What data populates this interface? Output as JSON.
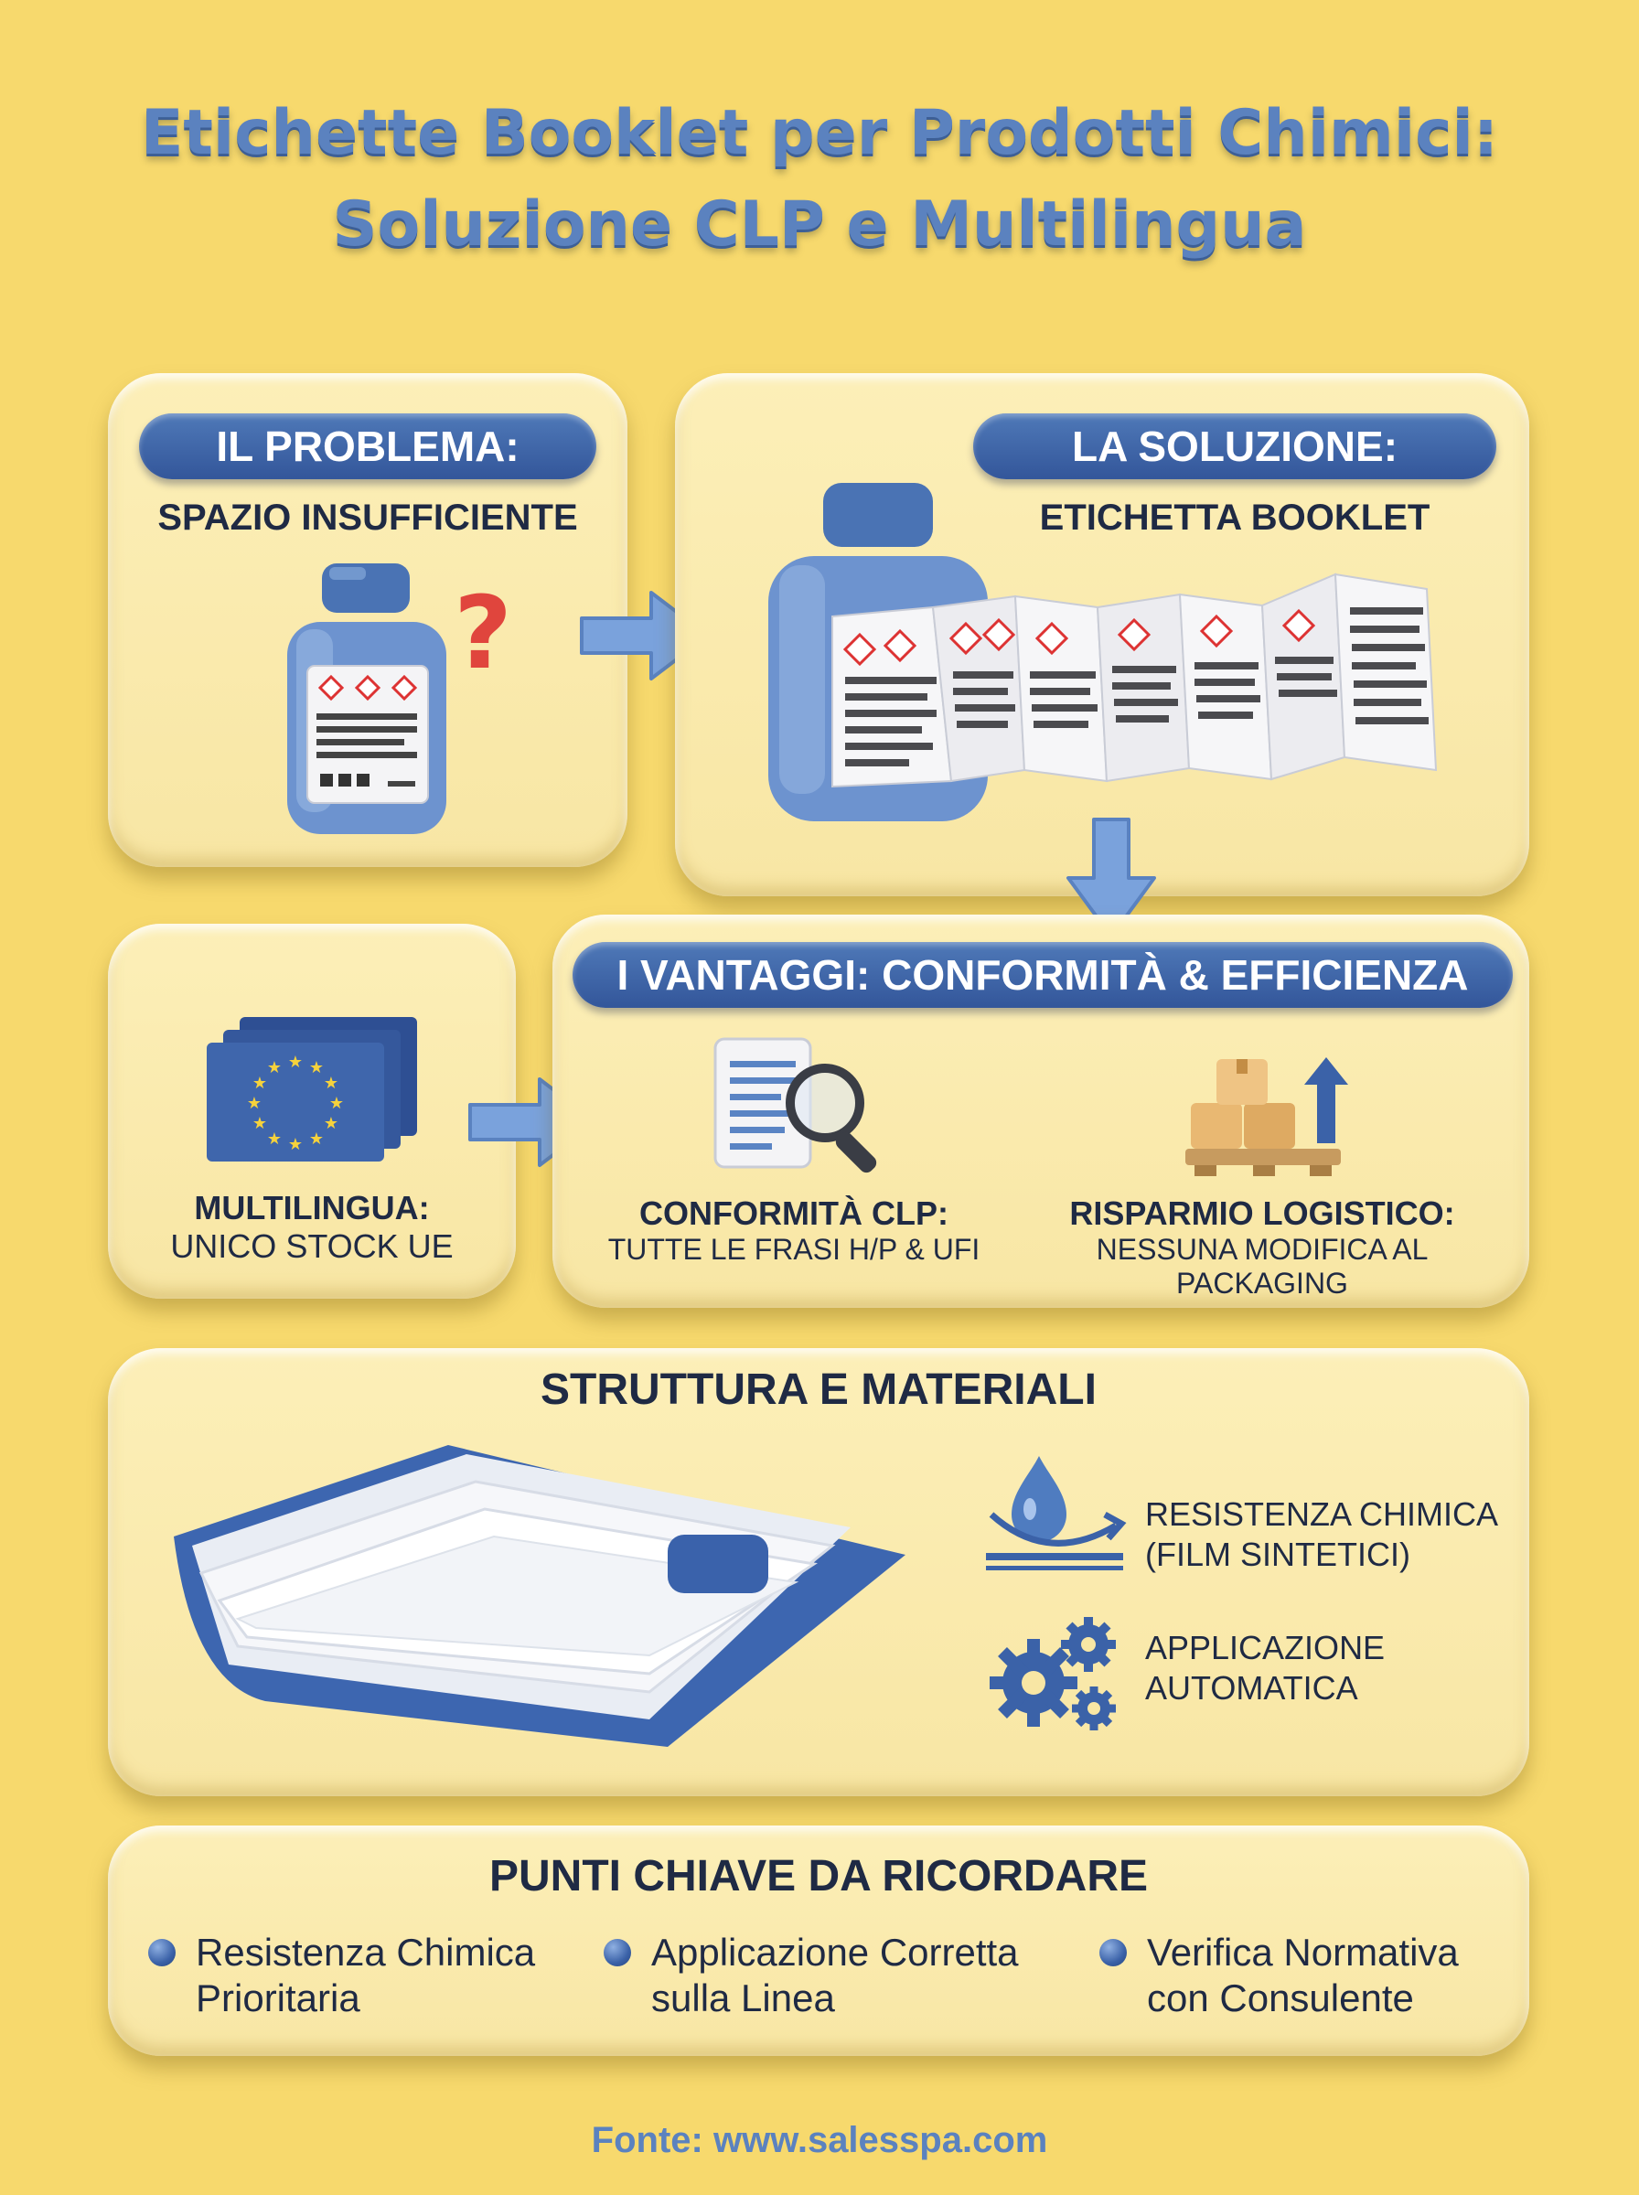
{
  "title": {
    "line1": "Etichette Booklet per Prodotti Chimici:",
    "line2": "Soluzione CLP e Multilingua"
  },
  "problem": {
    "badge": "IL PROBLEMA:",
    "subtitle": "SPAZIO INSUFFICIENTE"
  },
  "solution": {
    "badge": "LA SOLUZIONE:",
    "subtitle": "ETICHETTA BOOKLET"
  },
  "multilingual": {
    "heading": "MULTILINGUA:",
    "text": "UNICO STOCK UE"
  },
  "advantages": {
    "badge": "I VANTAGGI: CONFORMITÀ & EFFICIENZA",
    "items": [
      {
        "heading": "CONFORMITÀ CLP:",
        "text": "TUTTE LE FRASI H/P & UFI",
        "icon": "document-search-icon"
      },
      {
        "heading": "RISPARMIO LOGISTICO:",
        "text": "NESSUNA MODIFICA AL PACKAGING",
        "icon": "boxes-pallet-icon"
      }
    ]
  },
  "materials": {
    "title": "STRUTTURA E MATERIALI",
    "items": [
      {
        "line1": "RESISTENZA CHIMICA",
        "line2": "(FILM SINTETICI)",
        "icon": "droplet-shield-icon"
      },
      {
        "line1": "APPLICAZIONE",
        "line2": "AUTOMATICA",
        "icon": "gears-icon"
      }
    ]
  },
  "key_points": {
    "title": "PUNTI CHIAVE DA RICORDARE",
    "items": [
      {
        "line1": "Resistenza Chimica",
        "line2": "Prioritaria"
      },
      {
        "line1": "Applicazione Corretta",
        "line2": "sulla Linea"
      },
      {
        "line1": "Verifica Normativa",
        "line2": "con Consulente"
      }
    ]
  },
  "source": "Fonte: www.salesspa.com",
  "colors": {
    "background": "#f7d96d",
    "panel": "#fcefb8",
    "accent_blue": "#3b62a8",
    "title_blue": "#5b82bf",
    "text_dark": "#1f2a44"
  }
}
